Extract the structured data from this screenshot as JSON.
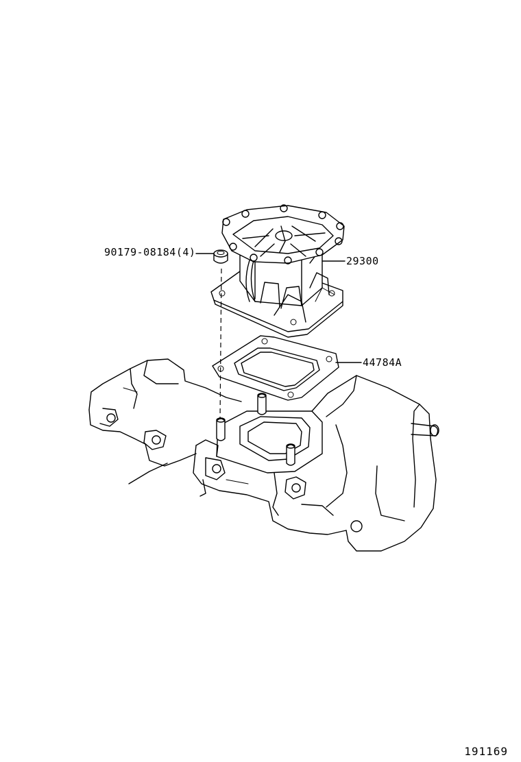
{
  "callouts": {
    "bolt": "90179-08184(4)",
    "vacuum_pump": "29300",
    "gasket": "44784A"
  },
  "drawing_number": "191169"
}
